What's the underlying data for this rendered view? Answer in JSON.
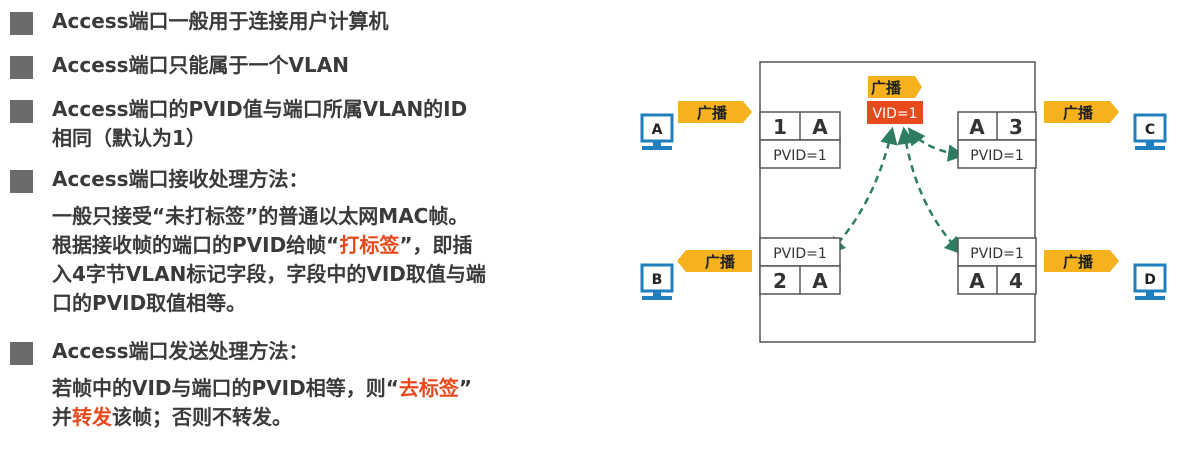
{
  "bullets": [
    {
      "text": "Access端口一般用于连接用户计算机"
    },
    {
      "text": "Access端口只能属于一个VLAN"
    },
    {
      "line1": "Access端口的PVID值与端口所属VLAN的ID",
      "line2": "相同（默认为1）"
    },
    {
      "text": "Access端口接收处理方法："
    },
    {
      "text": "Access端口发送处理方法："
    }
  ],
  "receive": {
    "line1": "一般只接受“未打标签”的普通以太网MAC帧。",
    "line2_pre": "根据接收帧的端口的PVID给帧“",
    "line2_hl": "打标签",
    "line2_post": "”，即插",
    "line3": "入4字节VLAN标记字段，字段中的VID取值与端",
    "line4": "口的PVID取值相等。"
  },
  "send": {
    "line1_pre": "若帧中的VID与端口的PVID相等，则“",
    "line1_hl": "去标签",
    "line1_post": "”",
    "line2_pre": "并",
    "line2_hl": "转发",
    "line2_post": "该帧；否则不转发。"
  },
  "diagram": {
    "broadcast": "广播",
    "vid": "VID=1",
    "pvid": "PVID=1",
    "hosts": [
      "A",
      "B",
      "C",
      "D"
    ],
    "ports": [
      {
        "num": "1",
        "vlan": "A"
      },
      {
        "num": "2",
        "vlan": "A"
      },
      {
        "num": "3",
        "vlan": "A"
      },
      {
        "num": "4",
        "vlan": "A"
      }
    ]
  },
  "colors": {
    "bullet_square": "#6b6b6b",
    "highlight": "#e8491d",
    "broadcast_tag": "#f5b21e",
    "vid_tag": "#e8491d",
    "arrow": "#2e7d63",
    "computer": "#1f7fbf"
  }
}
